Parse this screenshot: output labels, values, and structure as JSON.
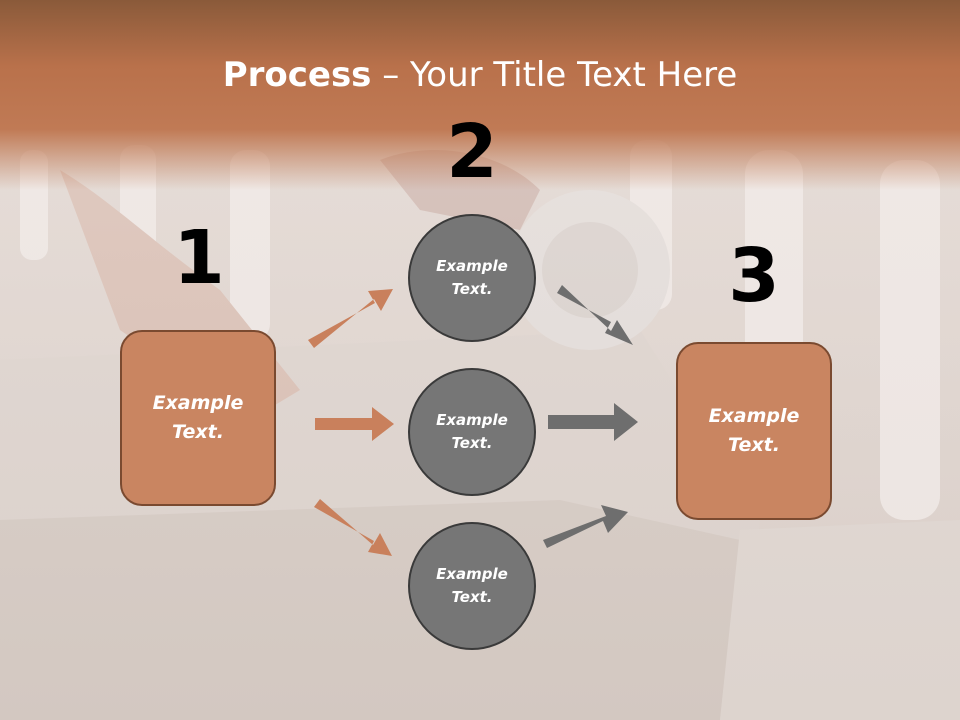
{
  "title": {
    "bold": "Process",
    "rest": " – Your Title Text Here"
  },
  "steps": [
    {
      "number": "1",
      "label": "Example Text."
    },
    {
      "number": "2",
      "label": "Example Text."
    },
    {
      "number": "3",
      "label": "Example Text."
    }
  ],
  "circles": [
    {
      "label": "Example Text."
    },
    {
      "label": "Example Text."
    },
    {
      "label": "Example Text."
    }
  ],
  "colors": {
    "header": "#c07a55",
    "box_fill": "#c98561",
    "box_border": "#7a4a30",
    "circle_fill": "#767676",
    "circle_border": "#3a3a3a",
    "arrow_orange": "#c9805c",
    "arrow_gray": "#6e6e6e"
  }
}
